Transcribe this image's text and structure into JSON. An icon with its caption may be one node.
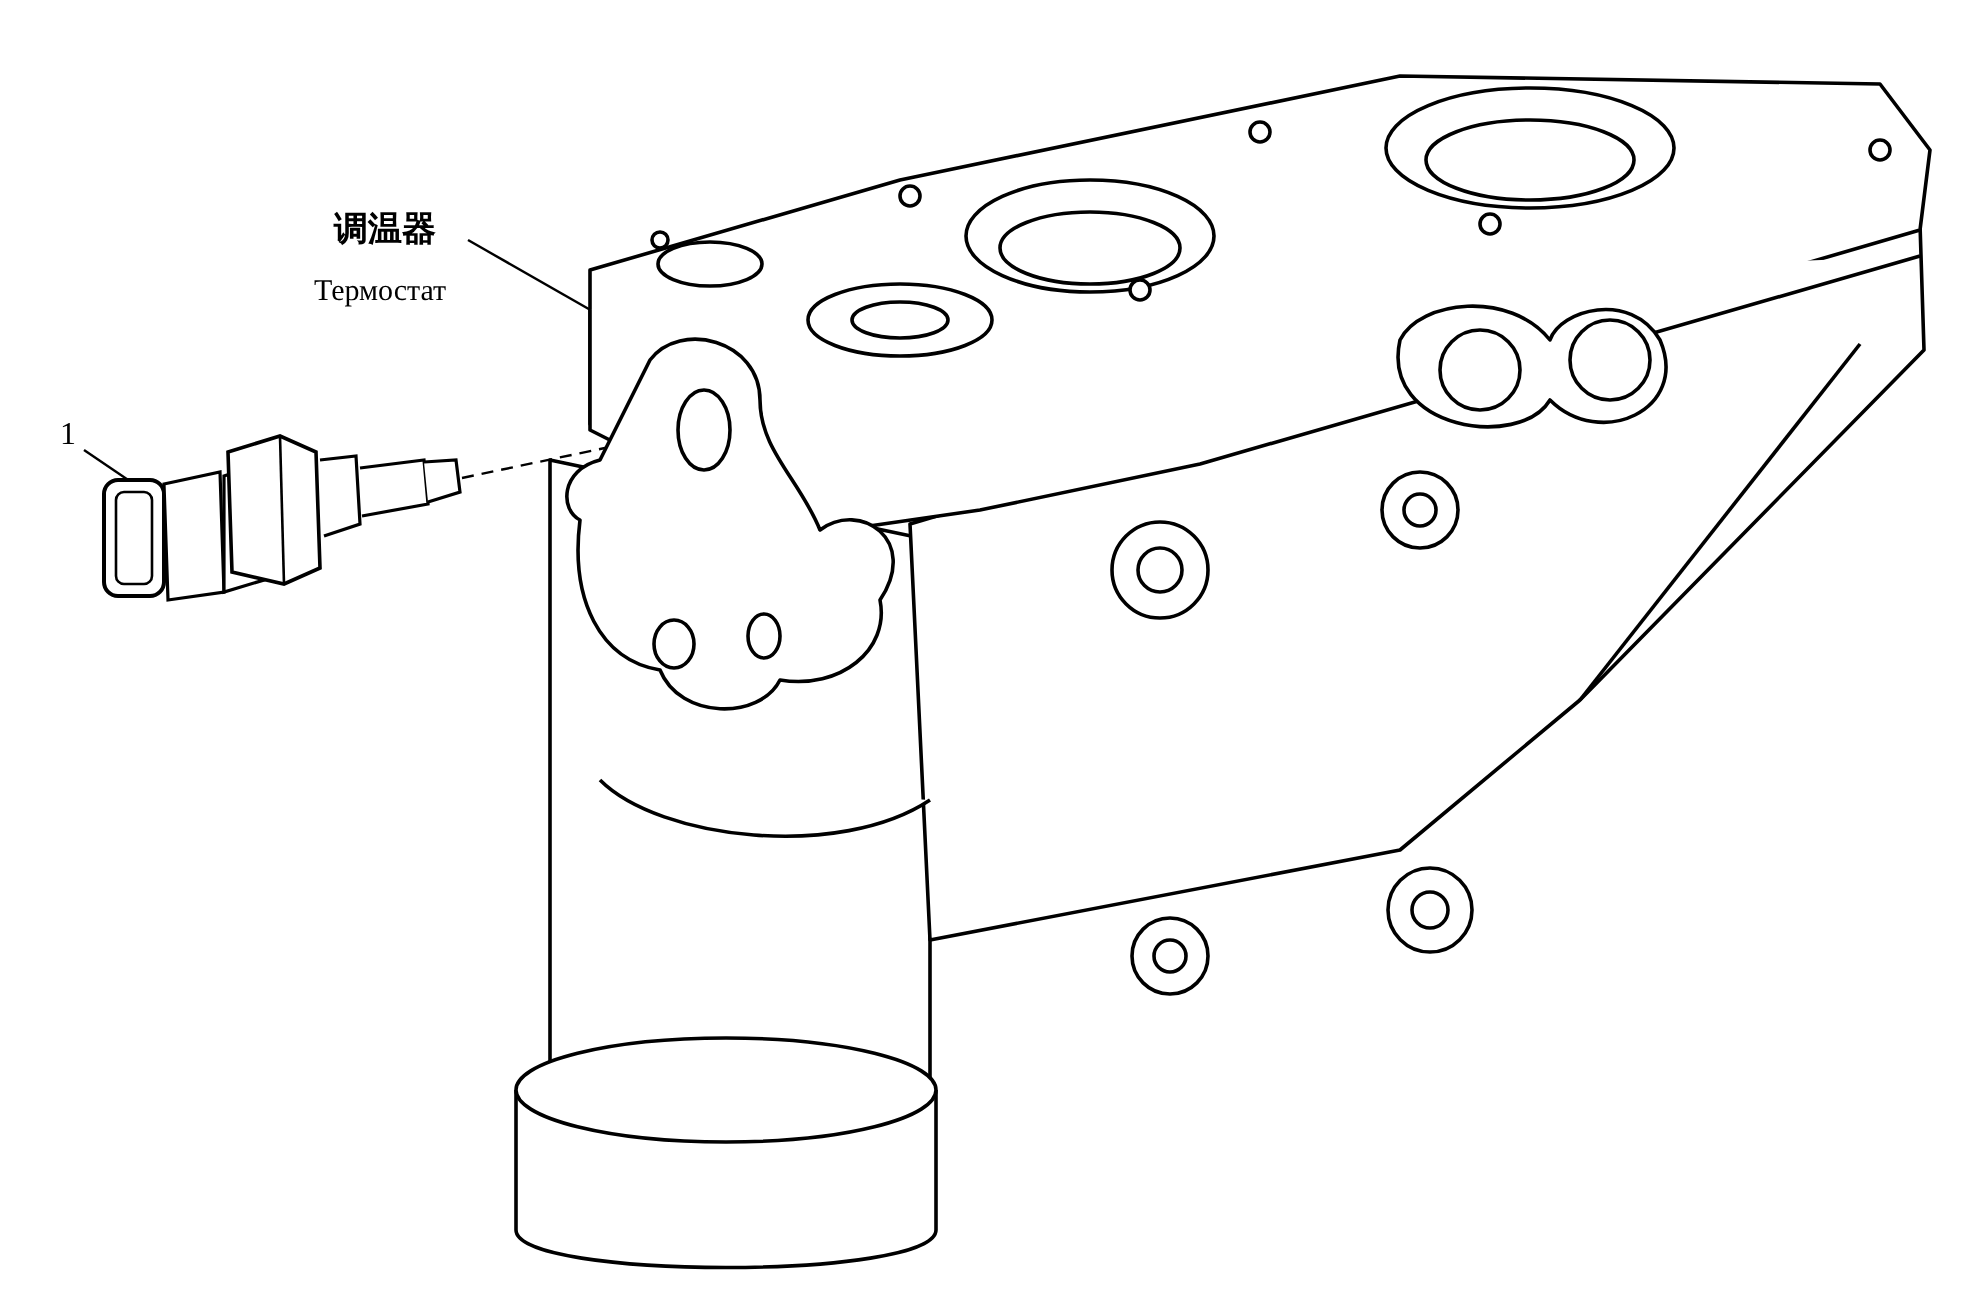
{
  "diagram": {
    "nodes": [
      {
        "text": [
          "1"
        ]
      },
      {
        "text": [],
        "shape": "picture"
      },
      {
        "text": [
          "调温器",
          "Термостат"
        ]
      },
      {
        "text": [],
        "shape": "picture"
      }
    ],
    "edges": [
      {
        "from": 0,
        "to": 1,
        "arrow": "none"
      },
      {
        "from": 2,
        "to": 3,
        "arrow": "none"
      },
      {
        "from": 1,
        "to": 3,
        "arrow": "none",
        "style": "dashed"
      }
    ]
  }
}
